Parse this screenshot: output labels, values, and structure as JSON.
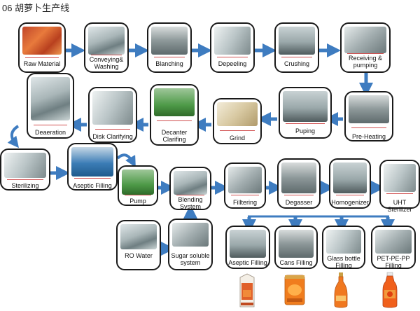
{
  "title": "06 胡萝卜生产线",
  "colors": {
    "arrow": "#3e7cc0",
    "border": "#1a1a1a",
    "rule": "#d05050"
  },
  "steps": {
    "raw_material": "Raw Material",
    "conveying_washing": "Conveying& Washing",
    "blanching": "Blanching",
    "depeeling": "Depeeling",
    "crushing": "Crushing",
    "receiving_pumping": "Receiving & pumping",
    "pre_heating": "Pre-Heating",
    "puping": "Puping",
    "grind": "Grind",
    "decanter_clarifing": "Decanter Clarifing",
    "disk_clarifying": "Disk Clarifying",
    "deaeration": "Deaeration",
    "sterilizing": "Sterilizing",
    "aseptic_filling": "Aseptic Filling",
    "pump": "Pump",
    "blending_system": "Blending System",
    "filltering": "Filltering",
    "degasser": "Degasser",
    "homogenizer": "Homogenizer",
    "uht_sterilizer": "UHT Sterilizer",
    "ro_water": "RO Water",
    "sugar_soluble_system": "Sugar soluble system",
    "aseptic_filling_2": "Aseptic Filling",
    "cans_filling": "Cans Filling",
    "glass_bottle_filling": "Glass bottle Filling",
    "pet_pe_pp_filling": "PET-PE-PP Filling"
  }
}
